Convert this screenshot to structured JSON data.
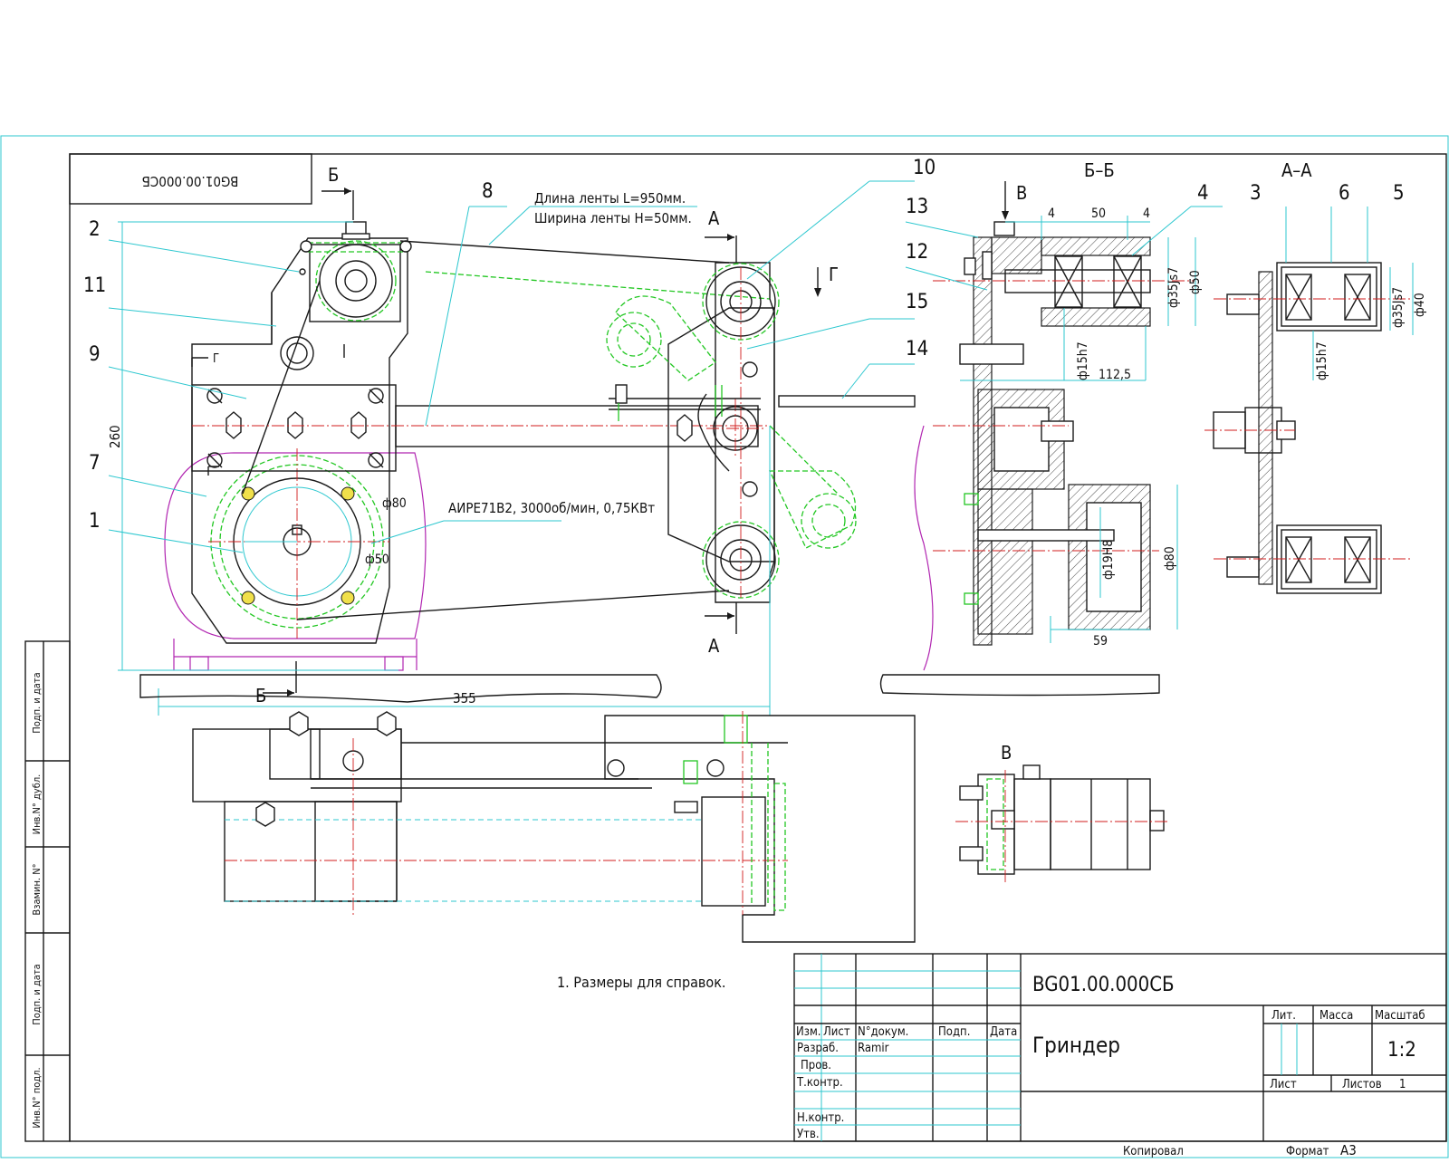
{
  "drawing": {
    "stamp_code_rotated": "BG01.00.000СБ",
    "designation": "BG01.00.000СБ",
    "title": "Гриндер",
    "scale": "1:2",
    "sheets_count": "1",
    "format_label": "Формат",
    "format": "А3",
    "copied_label": "Копировал"
  },
  "title_block": {
    "headers": {
      "izm": "Изм.",
      "list": "Лист",
      "doc": "N°докум.",
      "sign": "Подп.",
      "date": "Дата",
      "lit": "Лит.",
      "mass": "Масса",
      "scale": "Масштаб",
      "sheet": "Лист",
      "sheets": "Листов"
    },
    "roles": [
      "Разраб.",
      "Пров.",
      "Т.контр.",
      "Н.контр.",
      "Утв."
    ],
    "developer": "Ramir"
  },
  "side_stamps": [
    "Подп. и дата",
    "Инв.N° дубл.",
    "Взамин. N°",
    "Подп. и дата",
    "Инв.N° подл."
  ],
  "notes": {
    "belt_length": "Длина ленты L=950мм.",
    "belt_width": "Ширина ленты H=50мм.",
    "motor": "АИРЕ71В2, 3000об/мин, 0,75КВт",
    "note_1": "1. Размеры для справок."
  },
  "section_labels": {
    "b_b": "Б–Б",
    "a_a": "А–А",
    "view_v": "В",
    "cut_b": "Б",
    "cut_a": "А",
    "arrow_g": "Г",
    "g_corner": "Г",
    "v_arrow": "В"
  },
  "callouts": [
    "1",
    "2",
    "3",
    "4",
    "5",
    "6",
    "7",
    "8",
    "9",
    "10",
    "11",
    "12",
    "13",
    "14",
    "15"
  ],
  "dimensions": {
    "d260": "260",
    "d355": "355",
    "d80": "ф80",
    "d50": "ф50",
    "bb_4a": "4",
    "bb_50": "50",
    "bb_4b": "4",
    "bb_35js7": "ф35Js7",
    "bb_50d": "ф50",
    "bb_15h7": "ф15h7",
    "bb_112": "112,5",
    "bb_19h8": "ф19H8",
    "bb_80": "ф80",
    "bb_59": "59",
    "aa_35js7": "ф35Js7",
    "aa_40": "ф40",
    "aa_15h7": "ф15h7"
  },
  "colors": {
    "frame": "#2cc7cf",
    "outline": "#1a1a1a",
    "hidden": "#22c722",
    "centerline": "#d21c1c",
    "phantom": "#b126b1",
    "fastener": "#f0e04a"
  }
}
